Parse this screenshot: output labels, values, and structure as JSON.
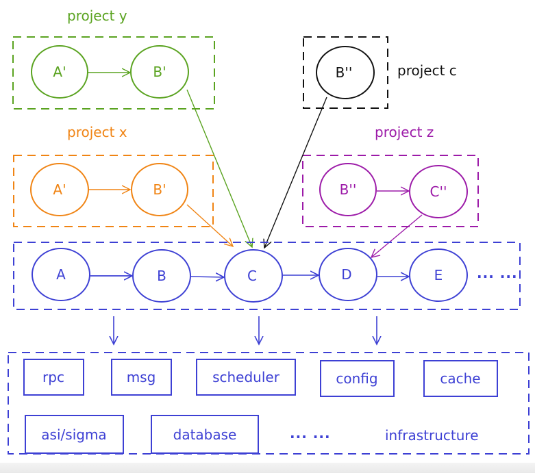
{
  "colors": {
    "green": "#5aa320",
    "orange": "#f08414",
    "black": "#111111",
    "purple": "#9c1aa8",
    "blue": "#3d40d4"
  },
  "groups": {
    "project_y": {
      "label": "project y",
      "nodes": [
        "A'",
        "B'"
      ]
    },
    "project_c": {
      "label": "project c",
      "nodes": [
        "B''"
      ]
    },
    "project_x": {
      "label": "project x",
      "nodes": [
        "A'",
        "B'"
      ]
    },
    "project_z": {
      "label": "project z",
      "nodes": [
        "B''",
        "C''"
      ]
    },
    "main_chain": {
      "nodes": [
        "A",
        "B",
        "C",
        "D",
        "E"
      ],
      "ellipsis": "... ..."
    },
    "infrastructure": {
      "label": "infrastructure",
      "components": [
        "rpc",
        "msg",
        "scheduler",
        "config",
        "cache",
        "asi/sigma",
        "database"
      ],
      "ellipsis": "... ..."
    }
  },
  "edges": [
    {
      "from": "project_y.A'",
      "to": "project_y.B'"
    },
    {
      "from": "project_x.A'",
      "to": "project_x.B'"
    },
    {
      "from": "project_z.B''",
      "to": "project_z.C''"
    },
    {
      "from": "project_y.B'",
      "to": "main_chain.C"
    },
    {
      "from": "project_x.B'",
      "to": "main_chain.C"
    },
    {
      "from": "project_c.B''",
      "to": "main_chain.C"
    },
    {
      "from": "project_z.C''",
      "to": "main_chain.D"
    },
    {
      "from": "main_chain.A",
      "to": "main_chain.B"
    },
    {
      "from": "main_chain.B",
      "to": "main_chain.C"
    },
    {
      "from": "main_chain.C",
      "to": "main_chain.D"
    },
    {
      "from": "main_chain.D",
      "to": "main_chain.E"
    },
    {
      "from": "main_chain",
      "to": "infrastructure"
    }
  ]
}
